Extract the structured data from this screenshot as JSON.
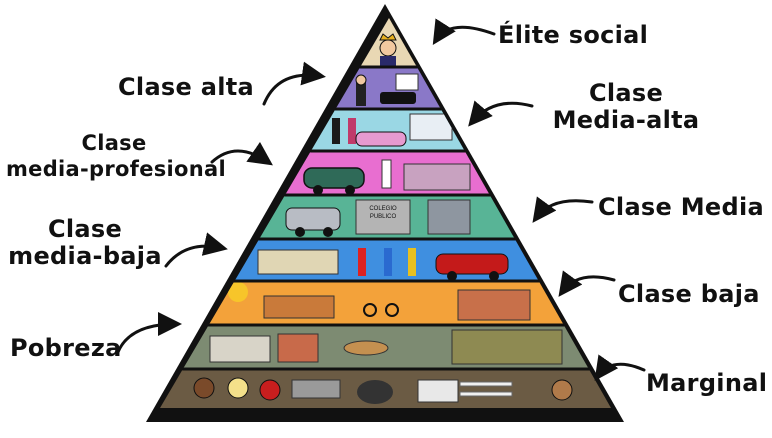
{
  "labels": {
    "elite": "Élite social",
    "alta": "Clase alta",
    "media_alta": [
      "Clase",
      "Media-alta"
    ],
    "media_profesional": [
      "Clase",
      "media-profesional"
    ],
    "media": "Clase Media",
    "media_baja": [
      "Clase",
      "media-baja"
    ],
    "baja": "Clase baja",
    "pobreza": "Pobreza",
    "marginal": "Marginal"
  },
  "tiers": [
    {
      "class": "Élite social",
      "color": "#e9d8b4"
    },
    {
      "class": "Clase alta",
      "color": "#8a78c8"
    },
    {
      "class": "Clase Media-alta",
      "color": "#9ad7e4"
    },
    {
      "class": "Clase media-profesional",
      "color": "#e86ed0"
    },
    {
      "class": "Clase Media",
      "color": "#58b496"
    },
    {
      "class": "Clase media-baja",
      "color": "#3f8fe0"
    },
    {
      "class": "Clase baja",
      "color": "#f3a23a"
    },
    {
      "class": "Pobreza",
      "color": "#7d8b72"
    },
    {
      "class": "Marginal",
      "color": "#6b5b44"
    }
  ],
  "sign_text": [
    "COLEGIO",
    "PUBLICO"
  ]
}
